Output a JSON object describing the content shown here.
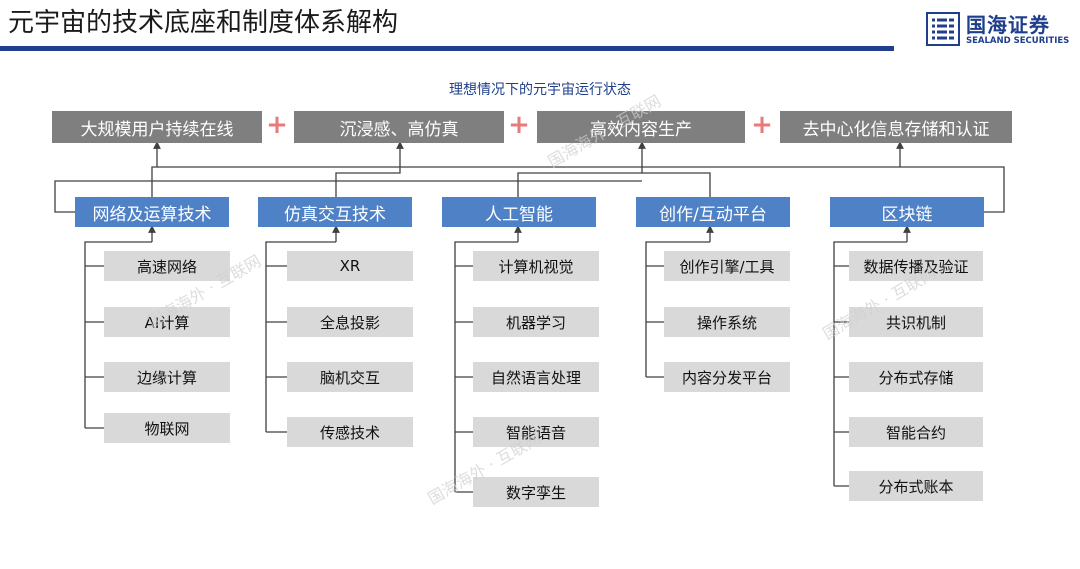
{
  "header": {
    "title": "元宇宙的技术底座和制度体系解构",
    "logo_cn": "国海证券",
    "logo_en": "SEALAND SECURITIES"
  },
  "diagram": {
    "subtitle": "理想情况下的元宇宙运行状态",
    "goals": [
      "大规模用户持续在线",
      "沉浸感、高仿真",
      "高效内容生产",
      "去中心化信息存储和认证"
    ],
    "plus": "+",
    "categories": [
      {
        "label": "网络及运算技术",
        "items": [
          "高速网络",
          "AI计算",
          "边缘计算",
          "物联网"
        ]
      },
      {
        "label": "仿真交互技术",
        "items": [
          "XR",
          "全息投影",
          "脑机交互",
          "传感技术"
        ]
      },
      {
        "label": "人工智能",
        "items": [
          "计算机视觉",
          "机器学习",
          "自然语言处理",
          "智能语音",
          "数字孪生"
        ]
      },
      {
        "label": "创作/互动平台",
        "items": [
          "创作引擎/工具",
          "操作系统",
          "内容分发平台"
        ]
      },
      {
        "label": "区块链",
        "items": [
          "数据传播及验证",
          "共识机制",
          "分布式存储",
          "智能合约",
          "分布式账本"
        ]
      }
    ],
    "watermark": "国海海外 · 互联网"
  },
  "colors": {
    "title_rule": "#1f3f8c",
    "goal_box": "#7f7f7f",
    "category_box": "#4f81c7",
    "item_box": "#d9d9d9",
    "plus": "#e87a7a",
    "connector": "#404040"
  }
}
